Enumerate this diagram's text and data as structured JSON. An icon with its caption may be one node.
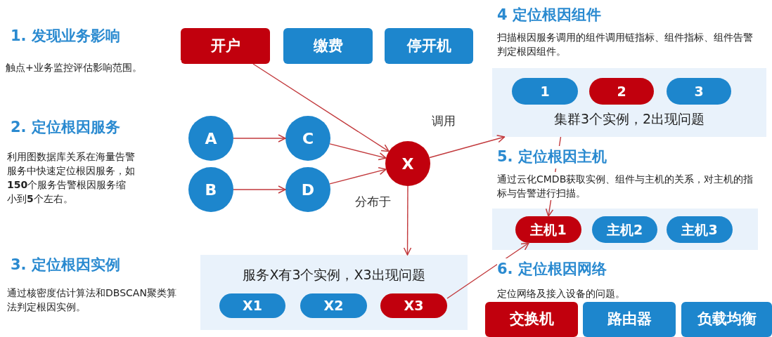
{
  "diagram": {
    "nodes": [
      {
        "text": [
          "开户"
        ]
      },
      {
        "text": [
          "缴费"
        ]
      },
      {
        "text": [
          "停开机"
        ]
      },
      {
        "text": [
          "A"
        ]
      },
      {
        "text": [
          "B"
        ]
      },
      {
        "text": [
          "C"
        ]
      },
      {
        "text": [
          "D"
        ]
      },
      {
        "text": [
          "X"
        ]
      },
      {
        "text": [
          "集群3个实例，2出现问题"
        ]
      },
      {
        "text": [
          "1"
        ],
        "in": 8
      },
      {
        "text": [
          "2"
        ],
        "in": 8
      },
      {
        "text": [
          "3"
        ],
        "in": 8
      },
      {
        "text": [],
        "shape": "box"
      },
      {
        "text": [
          "主机1"
        ],
        "in": 12
      },
      {
        "text": [
          "主机2"
        ],
        "in": 12
      },
      {
        "text": [
          "主机3"
        ],
        "in": 12
      },
      {
        "text": [
          "服务X有3个实例，X3出现问题"
        ]
      },
      {
        "text": [
          "X1"
        ],
        "in": 16
      },
      {
        "text": [
          "X2"
        ],
        "in": 16
      },
      {
        "text": [
          "X3"
        ],
        "in": 16
      },
      {
        "text": [
          "交换机"
        ]
      },
      {
        "text": [
          "路由器"
        ]
      },
      {
        "text": [
          "负载均衡"
        ]
      }
    ],
    "edges": [
      {
        "from": 0,
        "to": 7,
        "arrow": "to"
      },
      {
        "from": 3,
        "to": 5,
        "arrow": "to"
      },
      {
        "from": 4,
        "to": 6,
        "arrow": "to"
      },
      {
        "from": 5,
        "to": 7,
        "arrow": "to"
      },
      {
        "from": 6,
        "to": 7,
        "arrow": "to"
      },
      {
        "from": 7,
        "to": 8,
        "arrow": "to",
        "label": "调用"
      },
      {
        "from": 7,
        "to": 16,
        "arrow": "to",
        "label": "分布于"
      },
      {
        "from": 19,
        "to": 13,
        "arrow": "to"
      },
      {
        "from": 8,
        "to": 13,
        "arrow": "to"
      }
    ],
    "labels": [
      "1. 发现业务**影响**",
      "触点+业务监控评估影响范围。",
      "2. 定位根因**服务**",
      "利用图数据库关系在海量告警服务中快速定位根因服务，如**150**个服务告警根因服务缩小到**5**个左右。",
      "3. 定位根因**实例**",
      "通过核密度估计算法和DBSCAN聚类算法判定根因实例。",
      "4 定位根因**组件**",
      "扫描根因服务调用的组件调用链指标、组件指标、组件告警判定根因组件。",
      "5. 定位根因**主机**",
      "通过云化CMDB获取实例、组件与主机的关系，对主机的指标与告警进行扫描。",
      "6. 定位根因**网络**",
      "定位网络及接入设备的问题。"
    ]
  }
}
